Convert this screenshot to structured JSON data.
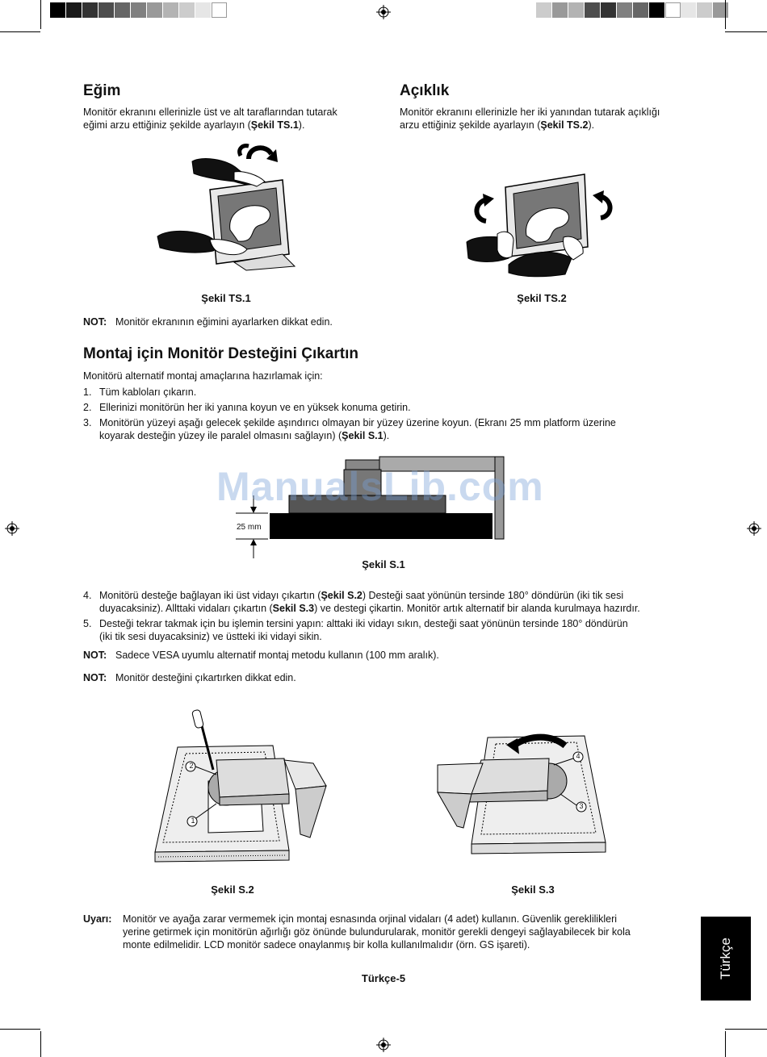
{
  "sections": {
    "egim": {
      "title": "Eğim",
      "line1": "Monitör ekranını ellerinizle üst ve alt taraflarından tutarak",
      "line2_pre": "eğimi arzu ettiğiniz şekilde ayarlayın (",
      "line2_ref": "Şekil TS.1",
      "line2_post": ")."
    },
    "aciklik": {
      "title": "Açıklık",
      "line1": "Monitör ekranını ellerinizle her iki yanından tutarak açıklığı",
      "line2_pre": "arzu ettiğiniz şekilde ayarlayın (",
      "line2_ref": "Şekil TS.2",
      "line2_post": ")."
    },
    "montaj": {
      "title": "Montaj için Monitör Desteğini Çıkartın",
      "intro": "Monitörü alternatif montaj amaçlarına hazırlamak için:"
    }
  },
  "figures": {
    "ts1": "Şekil TS.1",
    "ts2": "Şekil TS.2",
    "s1": "Şekil S.1",
    "s1_dimension": "25 mm",
    "s2": "Şekil S.2",
    "s3": "Şekil S.3",
    "callouts": [
      "1",
      "2",
      "3",
      "4"
    ]
  },
  "steps_a": [
    {
      "num": "1.",
      "text": "Tüm kabloları çıkarın."
    },
    {
      "num": "2.",
      "text": "Ellerinizi monitörün her iki yanına koyun ve en yüksek konuma getirin."
    },
    {
      "num": "3.",
      "line1": "Monitörün yüzeyi aşağı gelecek şekilde aşındırıcı olmayan bir yüzey üzerine koyun. (Ekranı 25 mm platform üzerine",
      "line2_pre": "koyarak desteğin yüzey ile paralel olmasını sağlayın) (",
      "ref": "Şekil S.1",
      "line2_post": ")."
    }
  ],
  "steps_b": [
    {
      "num": "4.",
      "pre": "Monitörü desteğe bağlayan iki üst vidayı çıkartın (",
      "ref1": "Şekil S.2",
      "mid": ") Desteği saat yönünün tersinde 180° döndürün (iki tik sesi",
      "line2_pre": "duyacaksiniz). Allttaki vidaları çıkartın (",
      "ref2": "Sekil S.3",
      "line2_post": ") ve destegi çikartin. Monitör artık alternatif bir alanda kurulmaya hazırdır."
    },
    {
      "num": "5.",
      "line1": "Desteği tekrar takmak için bu işlemin tersini yapın: alttaki iki vidayı sıkın, desteği saat yönünün tersinde 180° döndürün",
      "line2": "(iki tik sesi duyacaksiniz) ve üstteki iki vidayi sikin."
    }
  ],
  "notes": {
    "label": "NOT:",
    "tilt": "Monitör ekranının eğimini ayarlarken dikkat edin.",
    "vesa": "Sadece VESA uyumlu alternatif montaj metodu kullanın (100 mm aralık).",
    "remove": "Monitör desteğini çıkartırken dikkat edin."
  },
  "warning": {
    "label": "Uyarı:",
    "line1": "Monitör ve ayağa zarar vermemek için montaj esnasında orjinal vidaları (4 adet) kullanın. Güvenlik gereklilikleri",
    "line2": "yerine getirmek için monitörün ağırlığı göz önünde bulundurularak, monitör gerekli dengeyi sağlayabilecek bir kola",
    "line3": "monte edilmelidir. LCD monitör sadece onaylanmış bir kolla kullanılmalıdır (örn. GS işareti)."
  },
  "footer": {
    "page": "Türkçe-5"
  },
  "side_tab": {
    "label": "Türkçe"
  },
  "watermark": "ManualsLib.com",
  "colors": {
    "strip_left": [
      "#000000",
      "#1a1a1a",
      "#333333",
      "#4d4d4d",
      "#666666",
      "#808080",
      "#999999",
      "#b3b3b3",
      "#cccccc",
      "#e6e6e6",
      "#ffffff"
    ],
    "strip_right": [
      "#cccccc",
      "#999999",
      "#b3b3b3",
      "#4d4d4d",
      "#333333",
      "#808080",
      "#666666",
      "#000000",
      "#ffffff",
      "#e6e6e6",
      "#cccccc",
      "#999999"
    ]
  }
}
